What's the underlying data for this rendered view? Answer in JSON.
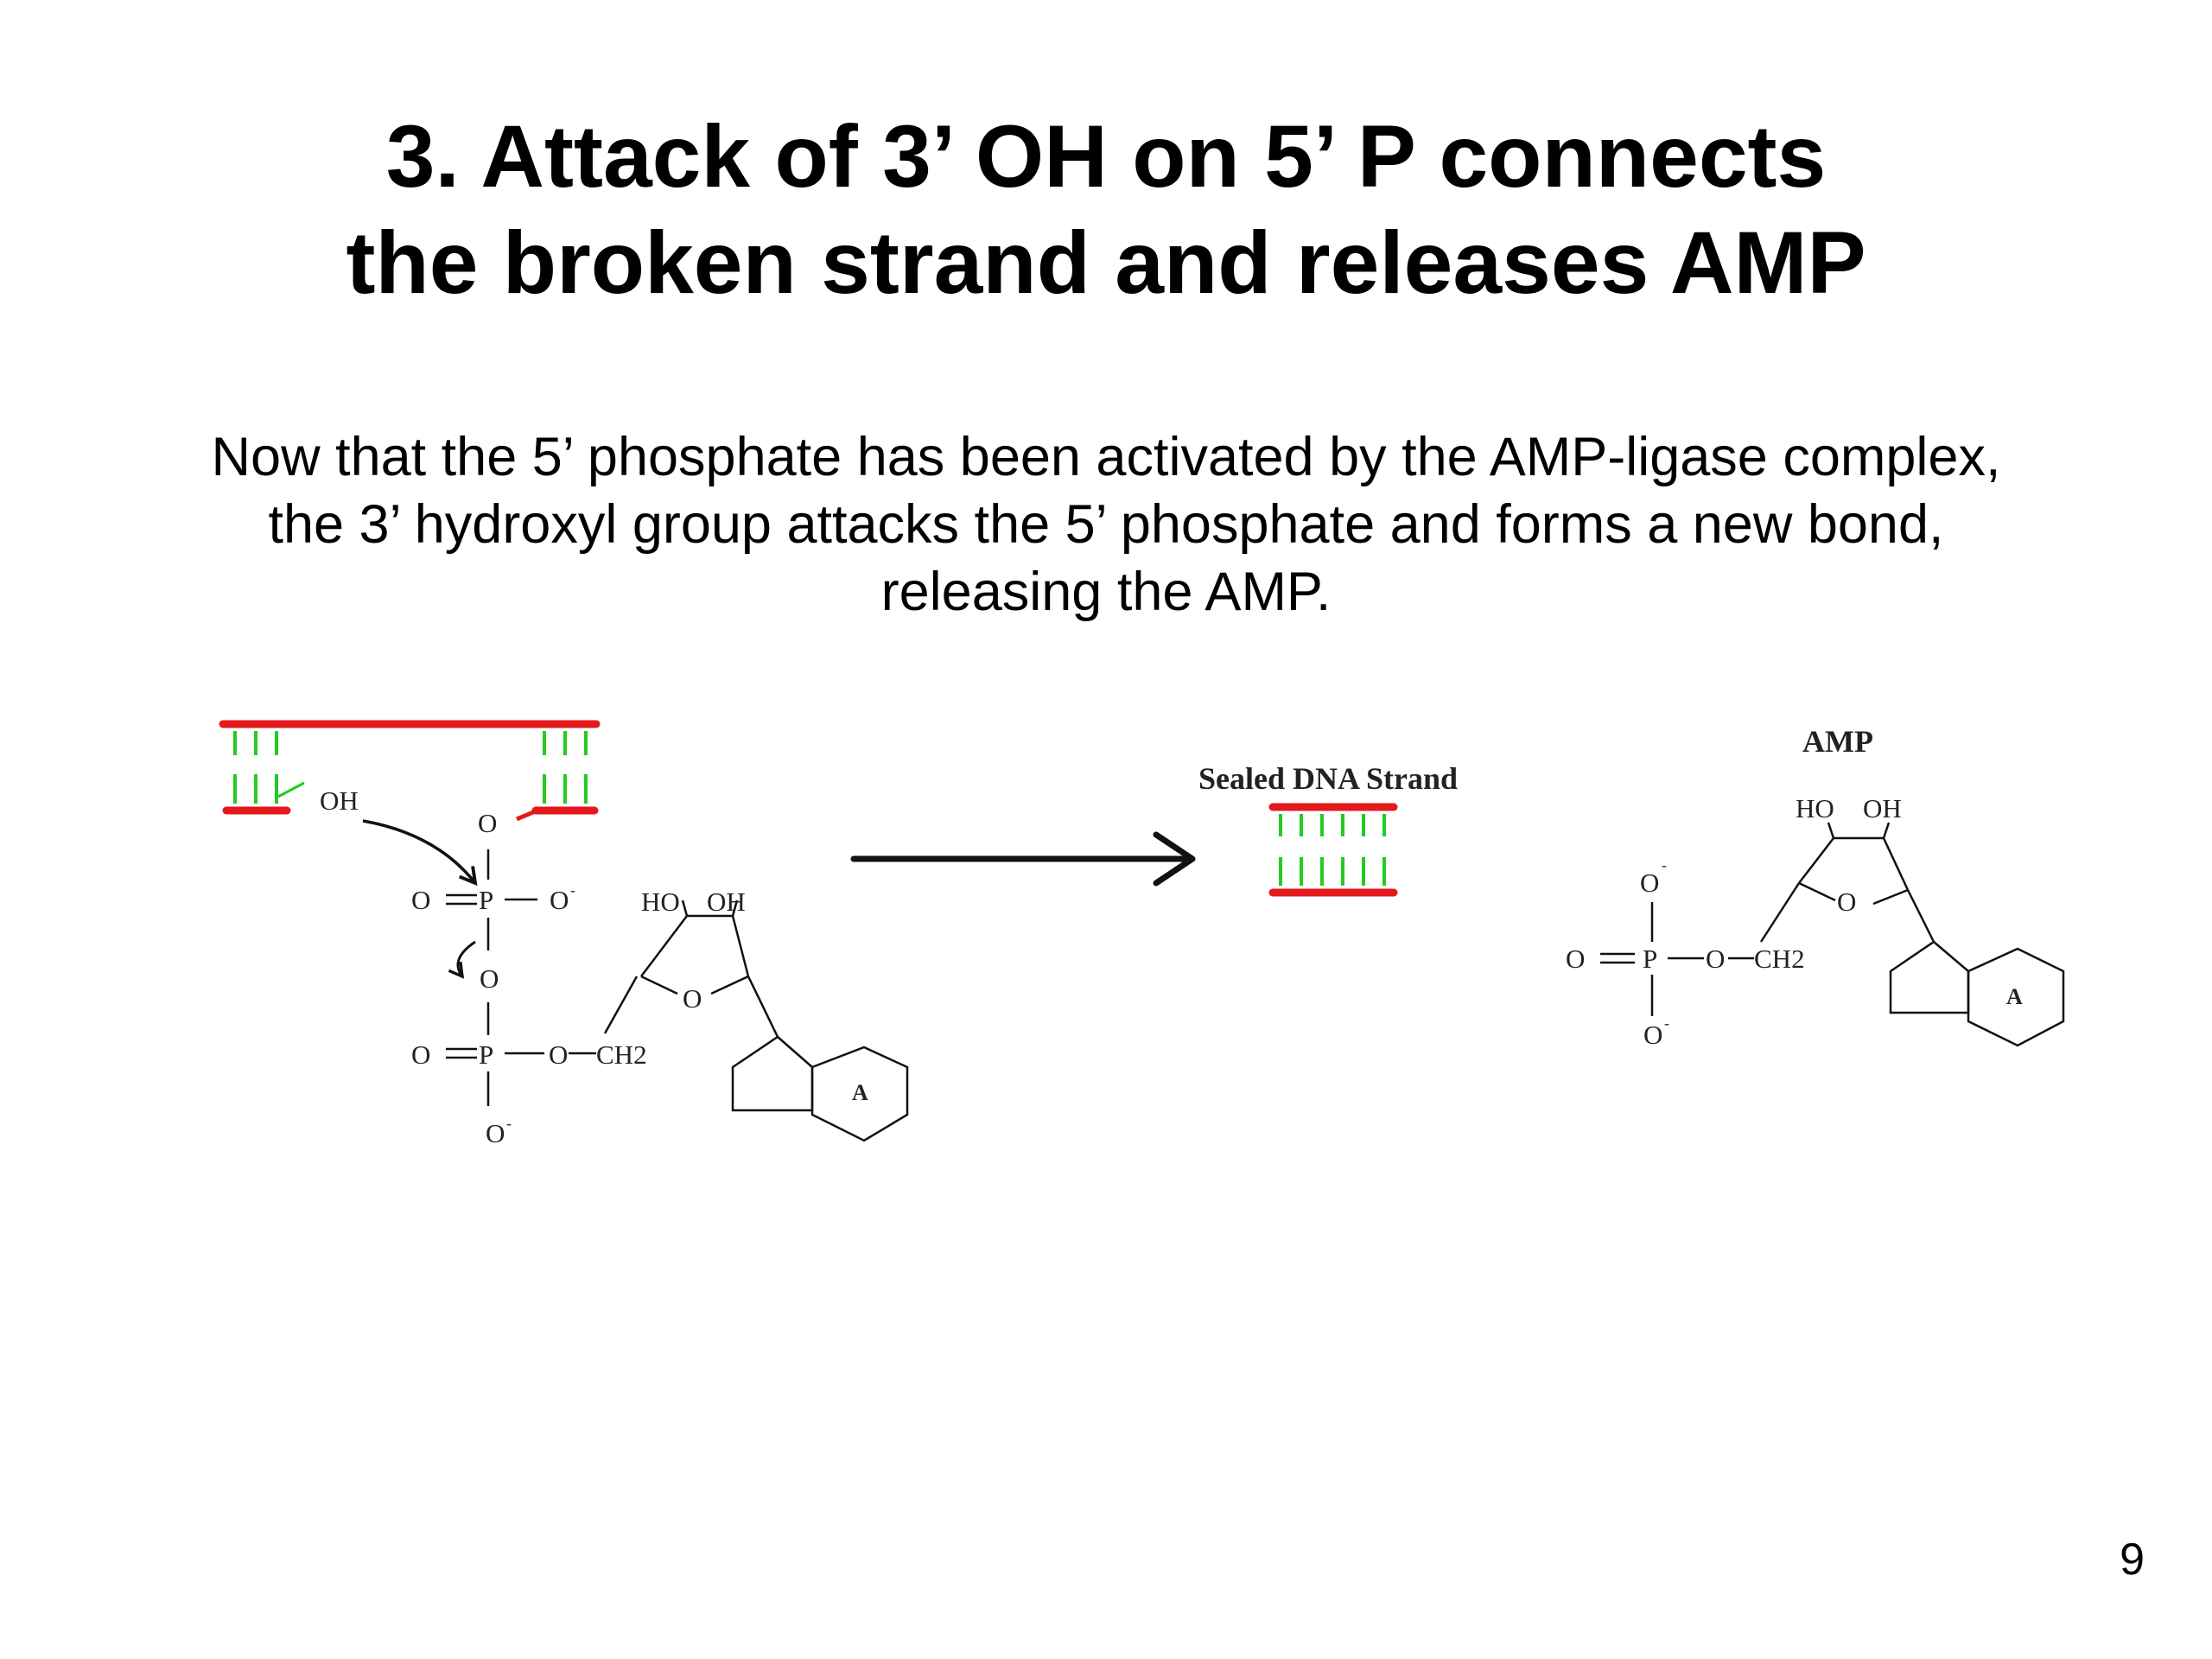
{
  "slide": {
    "title_lines": [
      "3. Attack of 3’ OH on 5’ P connects",
      "the broken strand and releases AMP"
    ],
    "body_lines": [
      "Now that the 5’ phosphate has been activated by the AMP-ligase complex,",
      "the 3’ hydroxyl group attacks the 5’ phosphate and forms a new bond,",
      "releasing the AMP."
    ],
    "page_number": "9"
  },
  "diagram": {
    "left": {
      "oh": "OH",
      "o_top": "O",
      "p_upper_left_o": "O",
      "p_upper": "P",
      "p_upper_o_minus": "O",
      "minus": "-",
      "o_bridge": "O",
      "p_lower_left_o": "O",
      "p_lower": "P",
      "o_ch2": "O",
      "ch2": "CH2",
      "o_bottom": "O",
      "ho": "HO",
      "oh_sugar": "OH",
      "ring_o": "O",
      "base": "A"
    },
    "center": {
      "label": "Sealed DNA Strand"
    },
    "amp": {
      "label": "AMP",
      "o_top": "O",
      "o_left": "O",
      "p": "P",
      "o_ch2": "O",
      "ch2": "CH2",
      "o_bottom": "O",
      "minus": "-",
      "ho": "HO",
      "oh": "OH",
      "ring_o": "O",
      "base": "A"
    },
    "colors": {
      "strand": "#e3191c",
      "base_pair": "#22cc22",
      "ink": "#111111"
    }
  }
}
